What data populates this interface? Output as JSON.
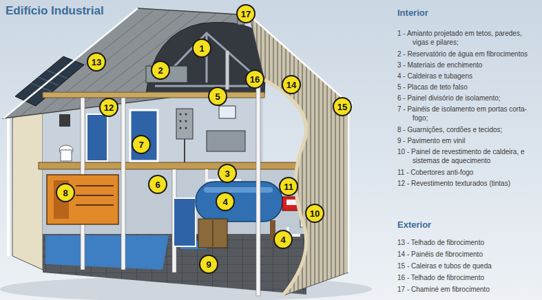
{
  "diagram": {
    "title": "Edifício Industrial",
    "nodes": [
      {
        "text": [
          "17"
        ]
      },
      {
        "text": [
          "1"
        ]
      },
      {
        "text": [
          "13"
        ]
      },
      {
        "text": [
          "2"
        ]
      },
      {
        "text": [
          "16"
        ]
      },
      {
        "text": [
          "14"
        ]
      },
      {
        "text": [
          "5"
        ]
      },
      {
        "text": [
          "15"
        ]
      },
      {
        "text": [
          "12"
        ]
      },
      {
        "text": [
          "7"
        ]
      },
      {
        "text": [
          "3"
        ]
      },
      {
        "text": [
          "6"
        ]
      },
      {
        "text": [
          "11"
        ]
      },
      {
        "text": [
          "8"
        ]
      },
      {
        "text": [
          "4"
        ]
      },
      {
        "text": [
          "10"
        ]
      },
      {
        "text": [
          "4"
        ]
      },
      {
        "text": [
          "9"
        ]
      }
    ],
    "labels": [
      "Interior",
      "1 - Amianto projetado em tetos, paredes, vigas e pilares;",
      "2 - Reservatório de água em fibrocimentos",
      "3 - Materiais de enchimento",
      "4 - Caldeiras e tubagens",
      "5 - Placas de teto falso",
      "6 - Painel divisório de isolamento;",
      "7 - Painéis de isolamento em portas corta-fogo;",
      "8 - Guarnições, cordões e tecidos;",
      "9 - Pavimento em vinil",
      "10 - Painel de revestimento de caldeira, e sistemas de aquecimento",
      "11 - Cobertores anti-fogo",
      "12 - Revestimento texturados (tintas)",
      "Exterior",
      "13 - Telhado de fibrocimento",
      "14 - Painéis de fibrocimento",
      "15 - Caleiras e tubos de queda",
      "16 - Telhado de fibrocimento",
      "17 - Chaminé em fibrocimento"
    ]
  }
}
